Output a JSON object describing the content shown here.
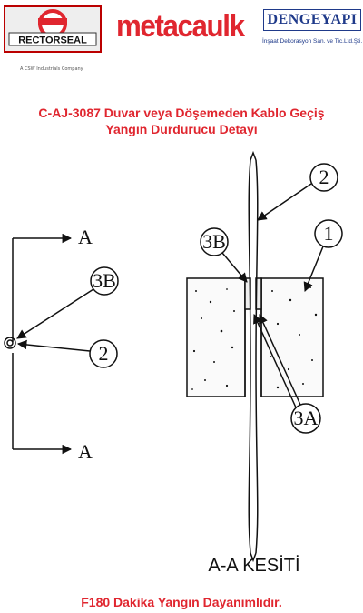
{
  "header": {
    "rectorseal_logo_text": "RECTORSEAL",
    "rectorseal_tagline": "A CSW Industrials Company",
    "metacaulk_logo_text": "metacaulk",
    "dengeyapi_logo_text": "DENGEYAPI",
    "dengeyapi_subtitle": "İnşaat Dekorasyon San. ve Tic.Ltd.Şti."
  },
  "title": {
    "line1": "C-AJ-3087 Duvar veya Döşemeden Kablo Geçiş",
    "line2": "Yangın Durdurucu Detayı"
  },
  "plan_view": {
    "section_mark_top": "A",
    "section_mark_bottom": "A",
    "callout_3b": "3B",
    "callout_2": "2"
  },
  "section_view": {
    "callout_2": "2",
    "callout_3b": "3B",
    "callout_1": "1",
    "callout_3a": "3A",
    "caption": "A-A KESİTİ"
  },
  "footer": {
    "text": "F180 Dakika Yangın Dayanımlıdır."
  },
  "colors": {
    "brand_red": "#e0262f",
    "brand_blue": "#1f3a8a"
  }
}
